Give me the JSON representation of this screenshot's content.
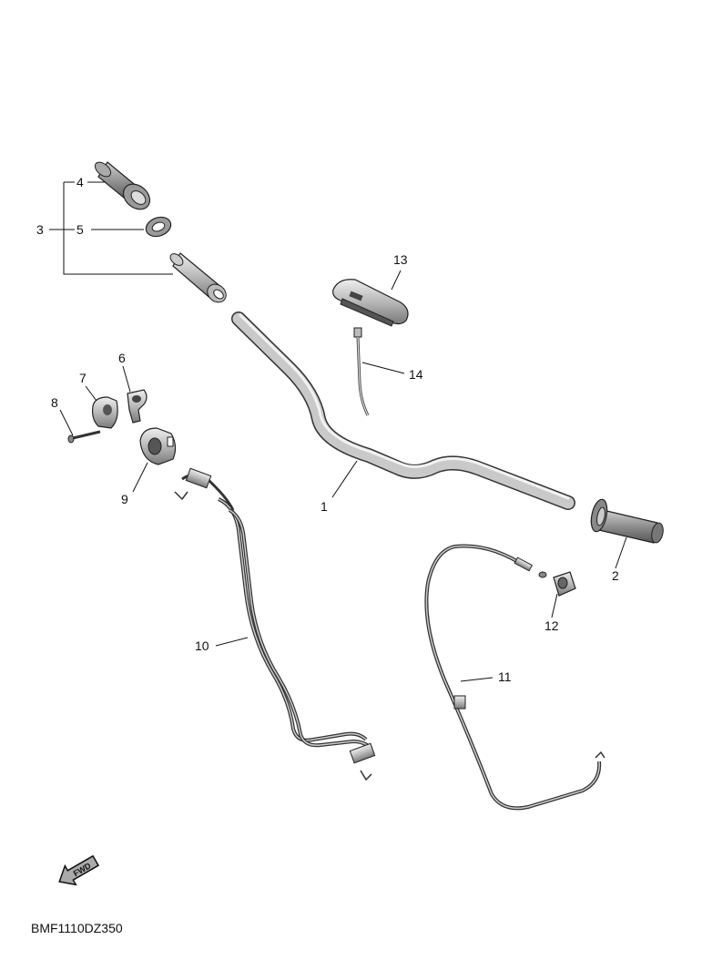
{
  "diagram_code": "BMF1110DZ350",
  "fwd_label": "FWD",
  "parts": [
    {
      "ref": "1"
    },
    {
      "ref": "2"
    },
    {
      "ref": "3"
    },
    {
      "ref": "4"
    },
    {
      "ref": "5"
    },
    {
      "ref": "6"
    },
    {
      "ref": "7"
    },
    {
      "ref": "8"
    },
    {
      "ref": "9"
    },
    {
      "ref": "10"
    },
    {
      "ref": "11"
    },
    {
      "ref": "12"
    },
    {
      "ref": "13"
    },
    {
      "ref": "14"
    }
  ]
}
